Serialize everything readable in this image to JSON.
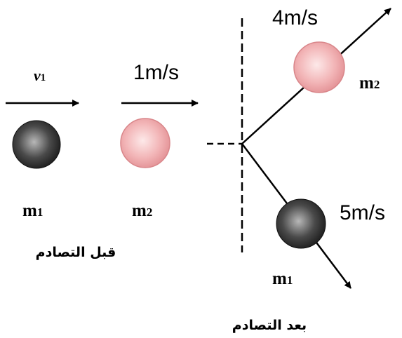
{
  "before": {
    "incoming_velocity_symbol": "v",
    "incoming_velocity_subscript": "1",
    "m2_velocity": "1m/s",
    "m1_label": "m",
    "m1_subscript": "1",
    "m2_label": "m",
    "m2_subscript": "2",
    "caption": "قبل التصادم"
  },
  "after": {
    "m2_velocity": "4m/s",
    "m1_velocity": "5m/s",
    "m2_label": "m",
    "m2_subscript": "2",
    "m1_label": "m",
    "m1_subscript": "1",
    "caption": "بعد التصادم"
  },
  "colors": {
    "ball_m1_light": "#b8b8b8",
    "ball_m1_dark": "#1a1a1a",
    "ball_m2_light": "#fde9e9",
    "ball_m2_dark": "#e28f93",
    "ball_m2_edge": "#d9868a",
    "line": "#000000"
  }
}
